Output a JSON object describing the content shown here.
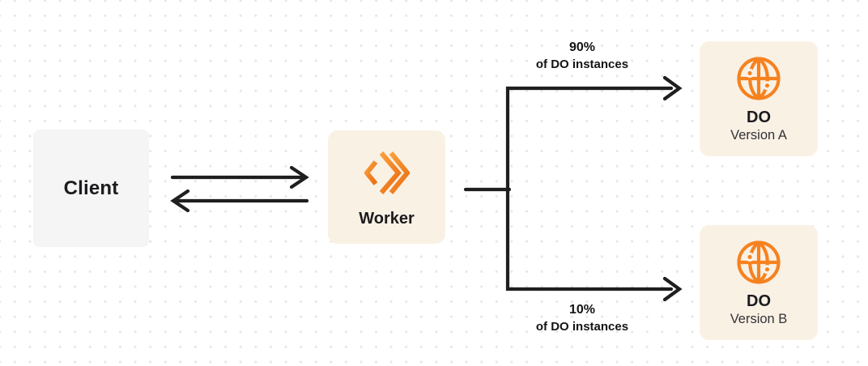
{
  "client": {
    "label": "Client"
  },
  "worker": {
    "label": "Worker"
  },
  "branch_top": {
    "percent": "90%",
    "caption": "of DO instances"
  },
  "branch_bottom": {
    "percent": "10%",
    "caption": "of DO instances"
  },
  "do_version_a": {
    "title": "DO",
    "subtitle": "Version A"
  },
  "do_version_b": {
    "title": "DO",
    "subtitle": "Version B"
  },
  "icons": {
    "worker": "workers-chevrons-icon",
    "durable_object": "globe-icon"
  },
  "colors": {
    "accent_orange": "#f6821f",
    "accent_orange_light": "#f9a03c",
    "accent_orange_dark": "#ec7216",
    "box_cream": "#faf1e5",
    "box_gray": "#f5f5f6",
    "connector": "#1f1f1f",
    "dot_grid": "#e6e6e8",
    "background": "#ffffff"
  }
}
